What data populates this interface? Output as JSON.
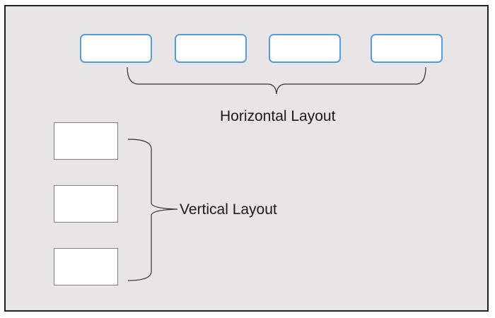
{
  "diagram": {
    "horizontal_label": "Horizontal Layout",
    "vertical_label": "Vertical Layout",
    "horizontal_box_count": 4,
    "vertical_box_count": 3,
    "colors": {
      "background": "#e7e5e6",
      "frame_border": "#1f1f1f",
      "horizontal_box_border": "#5b9bd5",
      "vertical_box_border": "#808080",
      "brace": "#333333"
    }
  }
}
